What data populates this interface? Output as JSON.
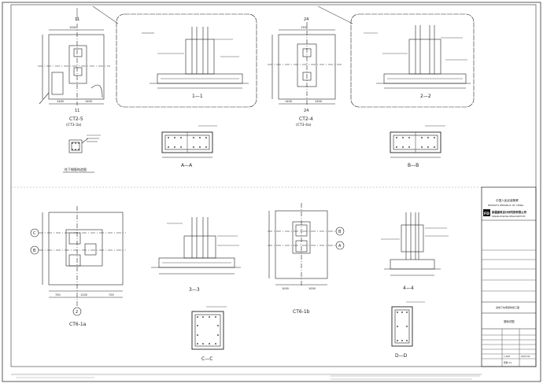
{
  "sheet": {
    "labels": {
      "upper_left_grid_top": "11",
      "upper_left_grid_bottom": "11",
      "upper_left_title": "CT2-5",
      "upper_left_subtitle": "(CT3-3a)",
      "upper_left_small_caption": "柱下钢筋构造图",
      "upper_mid_grid_top": "24",
      "upper_mid_grid_bottom": "24",
      "upper_mid_title": "CT2-4",
      "upper_mid_subtitle": "(CT3-4a)",
      "section_1": "1—1",
      "section_2": "2—2",
      "section_A": "A—A",
      "section_B": "B—B",
      "lower_left_axis_c": "C",
      "lower_left_axis_b": "B",
      "lower_left_axis_2": "2",
      "lower_left_title": "CT6-1a",
      "section_3": "3—3",
      "section_C": "C—C",
      "lower_mid_axis_b": "B",
      "lower_mid_axis_a": "A",
      "lower_mid_title": "CT6-1b",
      "section_4": "4—4",
      "section_D": "D—D"
    },
    "dims": {
      "ul_top": "1000",
      "ul_b1": "1400",
      "ul_b2": "1400",
      "um_top": "1300",
      "um_b1": "1400",
      "um_b2": "1400",
      "ll_b1": "700",
      "ll_b2": "1200",
      "ll_b3": "700",
      "lm_b1": "1000",
      "lm_b2": "1000"
    },
    "title_block": {
      "institute_line1": "中国人民武装警察",
      "institute_line2": "PEOPLE'S REPUBLIC OF CHINA",
      "logo_text": "FD",
      "company_name": "新疆建筑设计研究院有限公司",
      "company_name_en": "XINJIANG BUILDING DESIGN INSTITUTE",
      "project": "某地下车库结构施工图",
      "drawing_title": "基础详图",
      "drawing_no": "结施-11",
      "scale": "1:100",
      "date": "2013.01"
    }
  }
}
